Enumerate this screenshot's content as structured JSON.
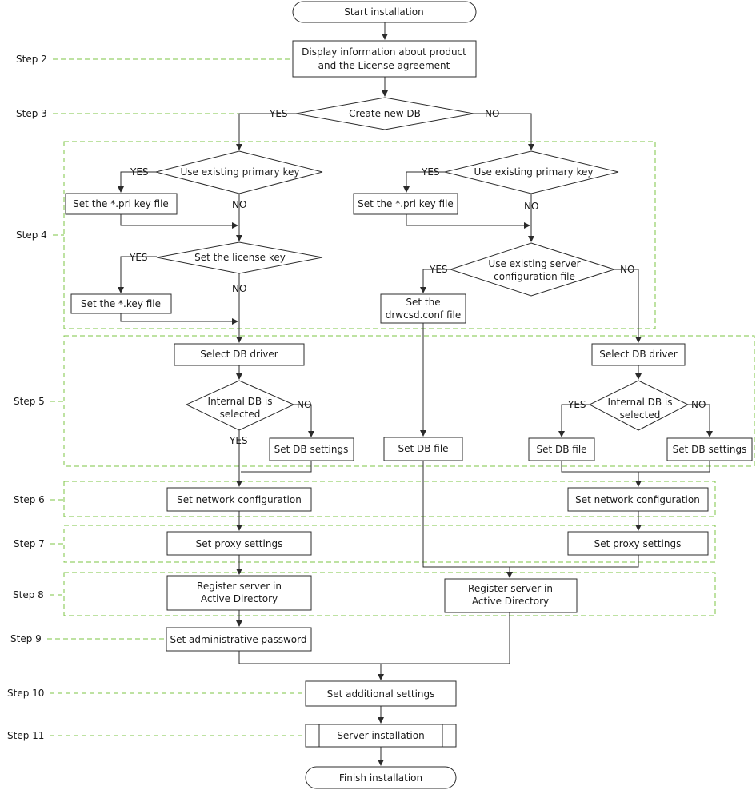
{
  "steps": {
    "s2": "Step 2",
    "s3": "Step 3",
    "s4": "Step 4",
    "s5": "Step 5",
    "s6": "Step 6",
    "s7": "Step 7",
    "s8": "Step 8",
    "s9": "Step 9",
    "s10": "Step 10",
    "s11": "Step 11"
  },
  "nodes": {
    "start": "Start installation",
    "display_1": "Display information about product",
    "display_2": "and the License agreement",
    "create_db": "Create new DB",
    "use_key_left": "Use existing primary key",
    "set_pri_left": "Set the *.pri key file",
    "set_license": "Set the license key",
    "set_key_file": "Set the *.key file",
    "use_key_right": "Use existing primary key",
    "set_pri_right": "Set the *.pri key file",
    "use_conf_1": "Use existing server",
    "use_conf_2": "configuration file",
    "set_conf_1": "Set the",
    "set_conf_2": "drwcsd.conf file",
    "db_driver_left": "Select DB driver",
    "internal_left_1": "Internal DB is",
    "internal_left_2": "selected",
    "db_settings_left": "Set DB settings",
    "db_file_mid": "Set DB file",
    "db_driver_right": "Select DB driver",
    "internal_right_1": "Internal DB is",
    "internal_right_2": "selected",
    "db_file_right": "Set DB file",
    "db_settings_right": "Set DB settings",
    "net_left": "Set network configuration",
    "net_right": "Set network configuration",
    "proxy_left": "Set proxy settings",
    "proxy_right": "Set proxy settings",
    "register_left_1": "Register server in",
    "register_left_2": "Active Directory",
    "register_right_1": "Register server in",
    "register_right_2": "Active Directory",
    "admin_pwd": "Set administrative password",
    "additional": "Set additional settings",
    "server_install": "Server installation",
    "finish": "Finish installation"
  },
  "labels": {
    "yes": "YES",
    "no": "NO"
  }
}
